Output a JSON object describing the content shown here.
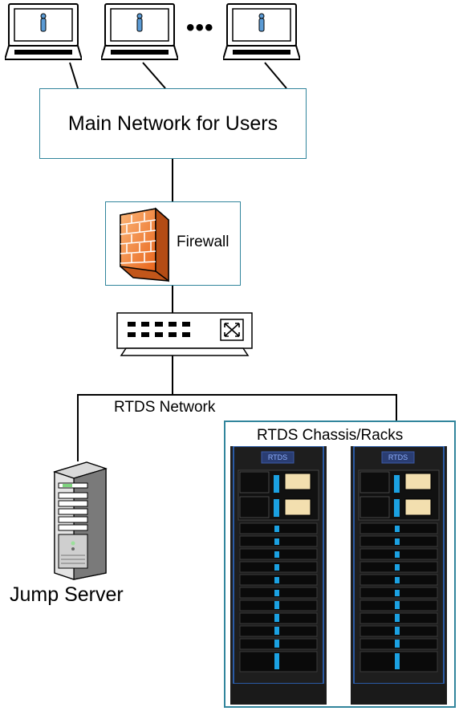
{
  "main_network": {
    "label": "Main Network for Users"
  },
  "firewall": {
    "label": "Firewall"
  },
  "rtds_network": {
    "label": "RTDS Network"
  },
  "jump_server": {
    "label": "Jump Server"
  },
  "racks": {
    "label": "RTDS Chassis/Racks",
    "badge": "RTDS"
  },
  "user_ellipsis": "•••",
  "colors": {
    "box_border": "#31859c",
    "firewall": "#f28a3b",
    "rack_accent": "#1ba1e2",
    "rack_body": "#222222"
  }
}
